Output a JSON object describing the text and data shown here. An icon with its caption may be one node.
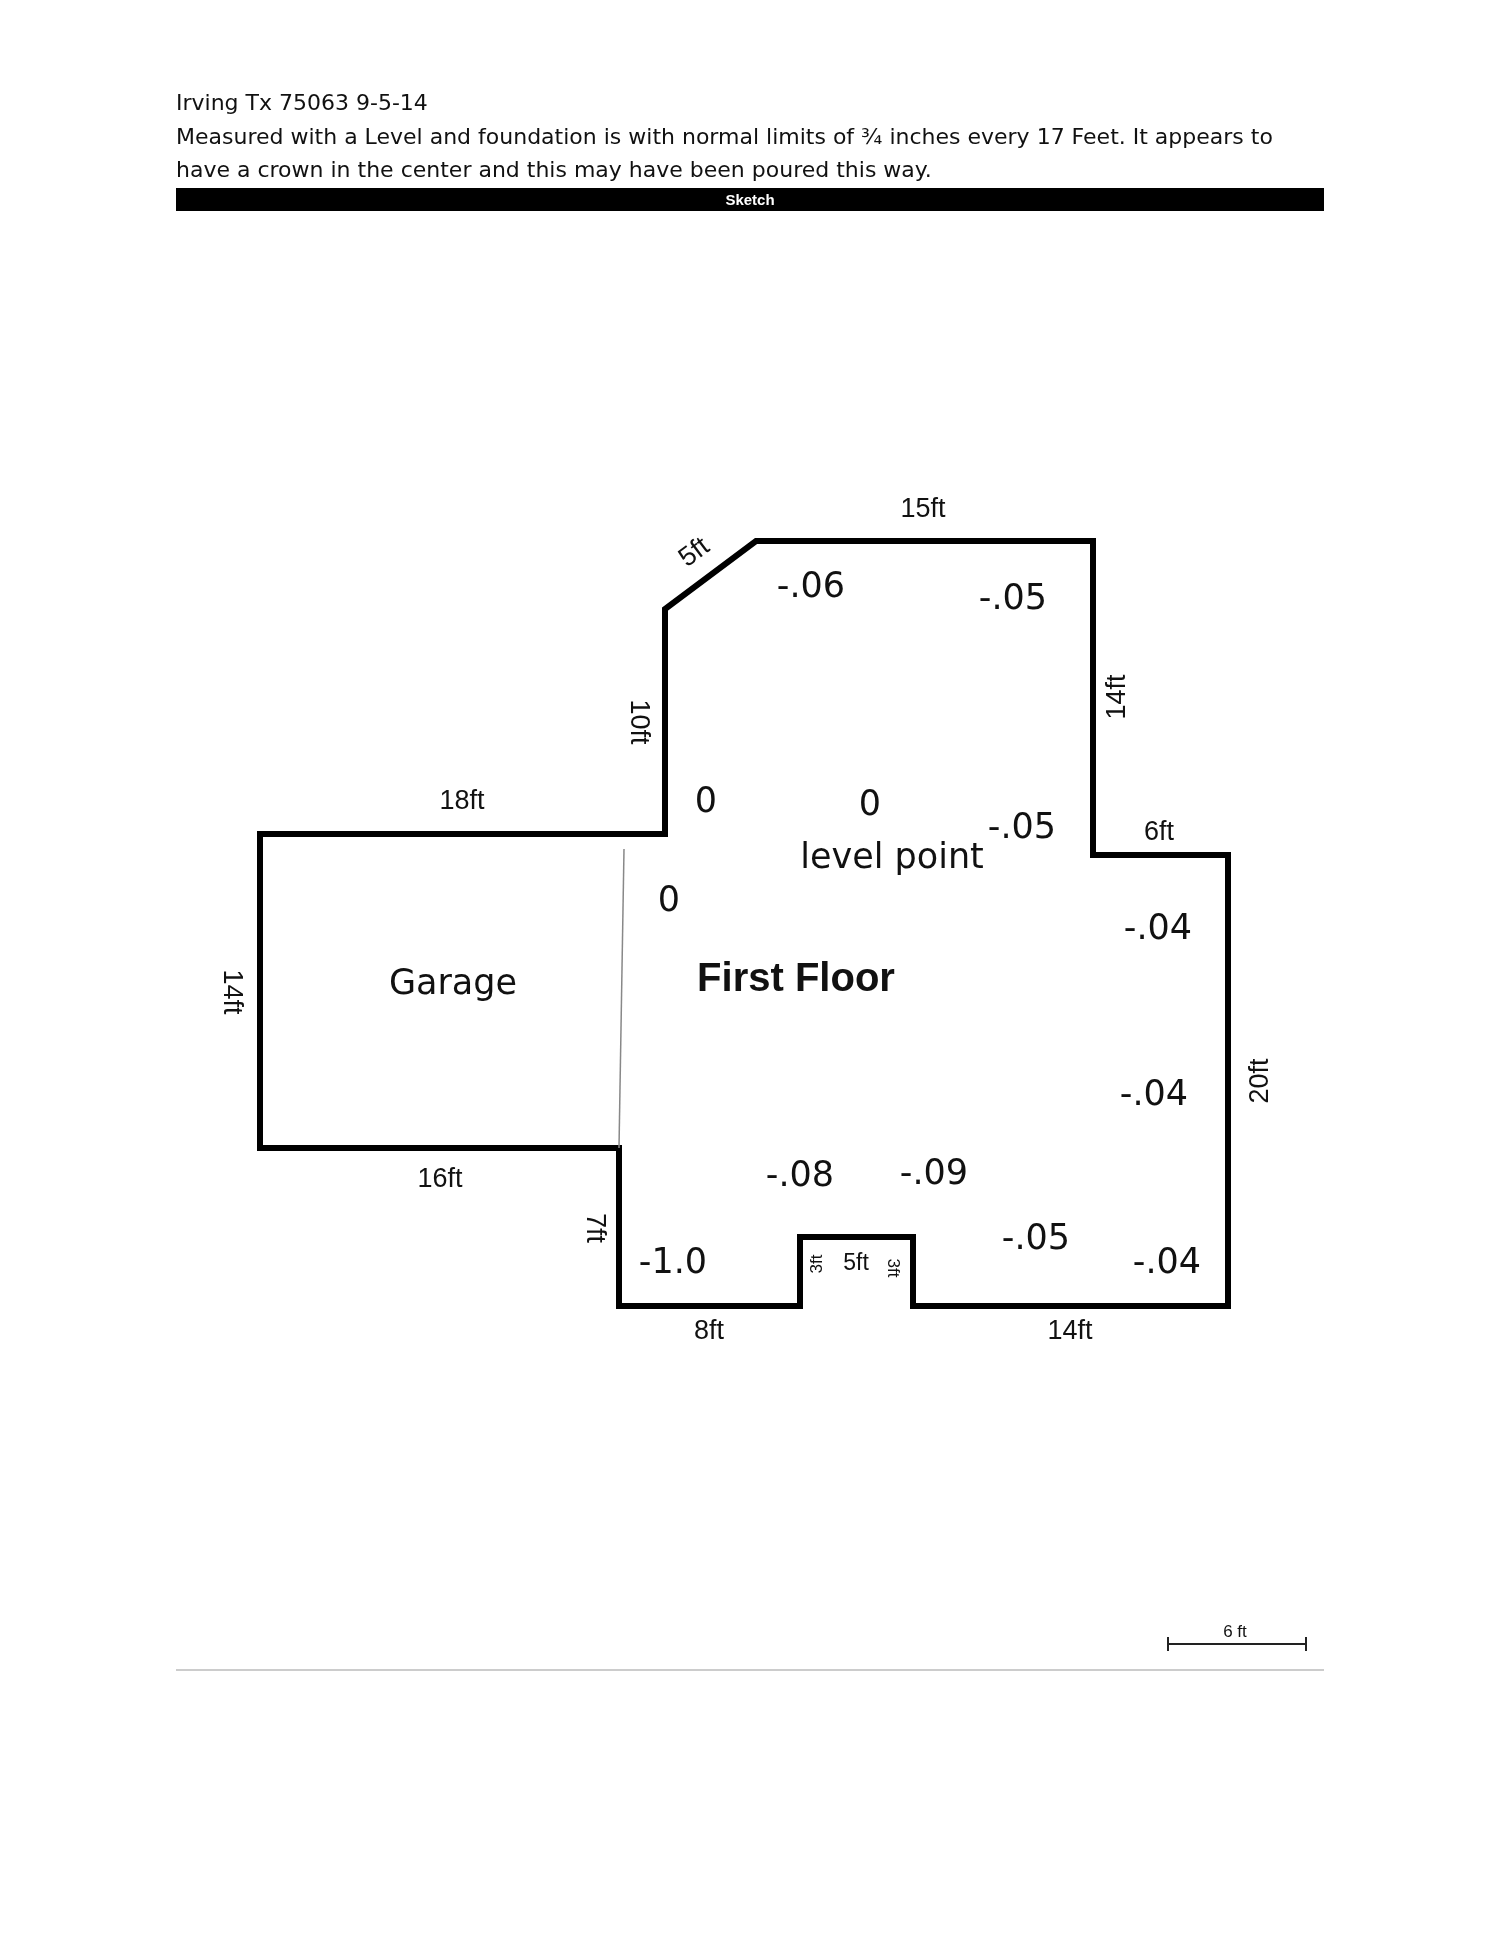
{
  "diagram": {
    "title": "Irving Tx 75063 9-5-14",
    "nodes": [
      {
        "text": [
          "Garage"
        ]
      },
      {
        "text": [
          "First Floor"
        ]
      }
    ],
    "labels": [
      "Measured with a Level and foundation is with normal limits of ¾ inches every 17 Feet.  It appears to have a crown in the center and this may have been poured this way.",
      "Sketch",
      "15ft",
      "5ft",
      "-.06",
      "-.05",
      "10ft",
      "14ft",
      "18ft",
      "0",
      "0",
      "-.05",
      "6ft",
      "level point",
      "0",
      "-.04",
      "14ft",
      "-.04",
      "20ft",
      "16ft",
      "-.08",
      "-.09",
      "7ft",
      "-.05",
      "-1.0",
      "3ft",
      "5ft",
      "3ft",
      "-.04",
      "8ft",
      "14ft",
      "6 ft"
    ]
  }
}
